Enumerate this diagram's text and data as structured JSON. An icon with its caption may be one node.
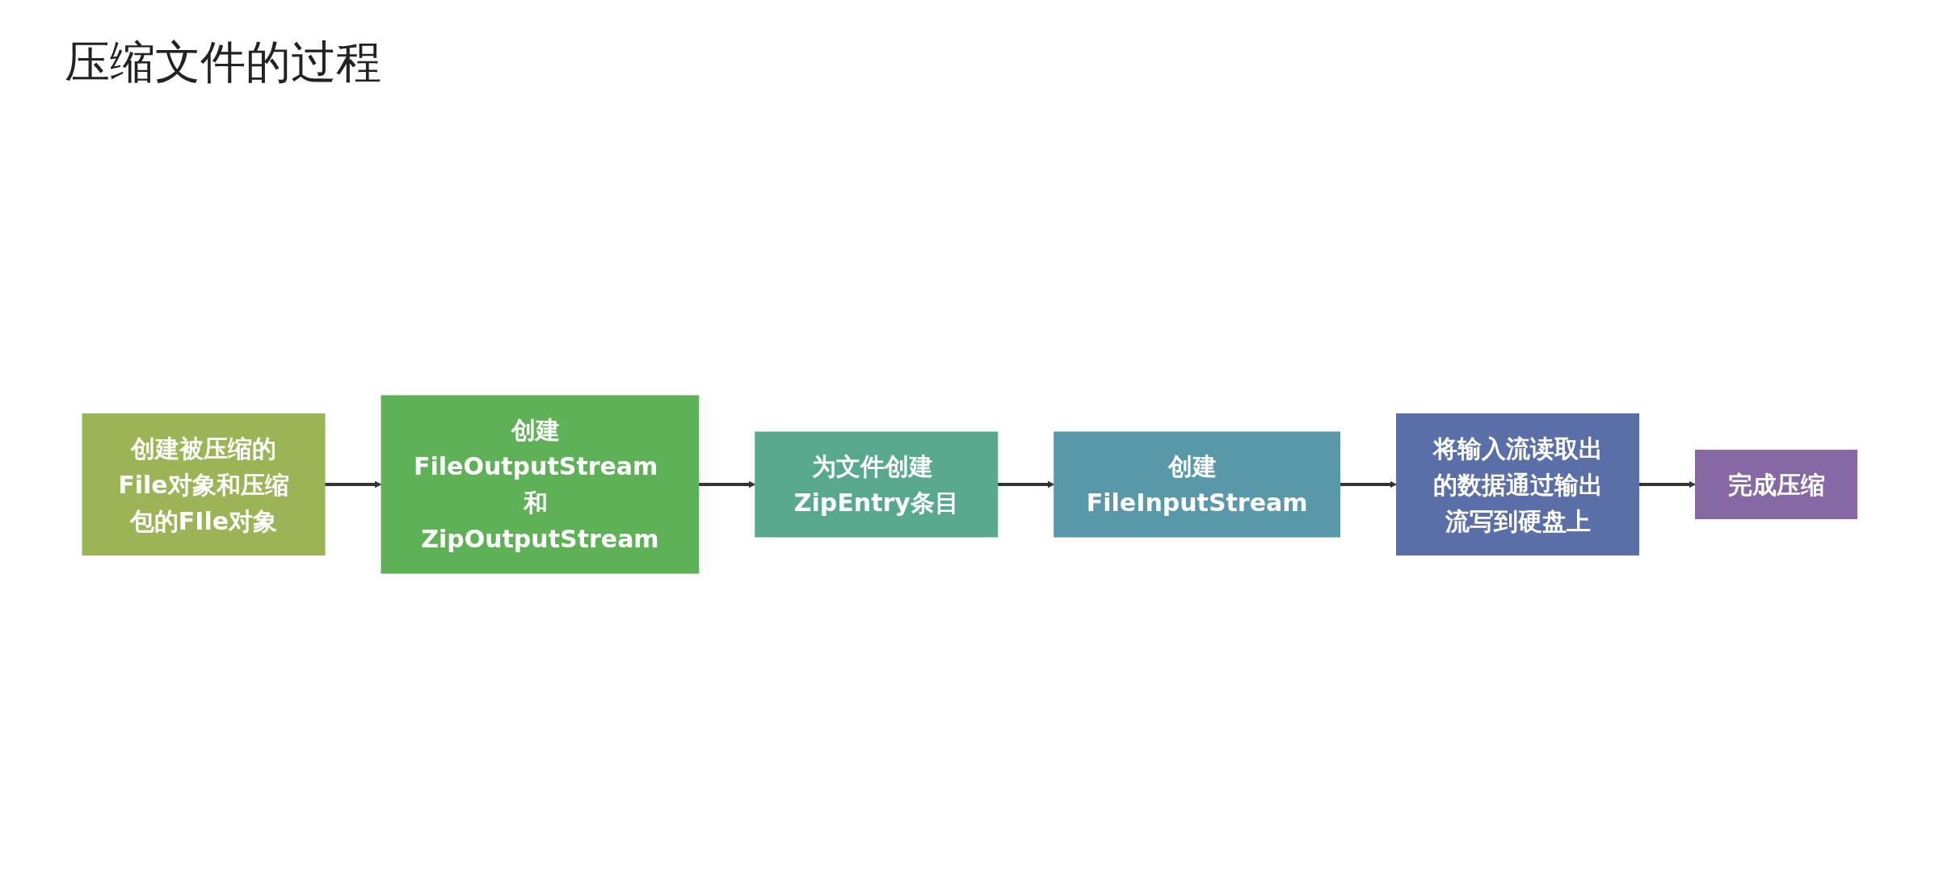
{
  "diagram": {
    "title": "压缩文件的过程",
    "nodes": [
      {
        "text": [
          "创建被压缩的File对象和压缩包的FIle对象"
        ]
      },
      {
        "text": [
          "创建 FileOutputStream 和 ZipOutputStream"
        ]
      },
      {
        "text": [
          "为文件创建 ZipEntry条目"
        ]
      },
      {
        "text": [
          "完成压缩"
        ]
      },
      {
        "text": [
          "将输入流读取出的数据通过输出流写到硬盘上"
        ]
      },
      {
        "text": [
          "创建 FileInputStream"
        ]
      }
    ],
    "edges": [
      {
        "from": 0,
        "to": 1,
        "arrow": "to"
      },
      {
        "from": 1,
        "to": 2,
        "arrow": "to"
      },
      {
        "from": 2,
        "to": 5,
        "arrow": "to"
      },
      {
        "from": 5,
        "to": 4,
        "arrow": "to"
      },
      {
        "from": 4,
        "to": 3,
        "arrow": "to"
      }
    ]
  }
}
